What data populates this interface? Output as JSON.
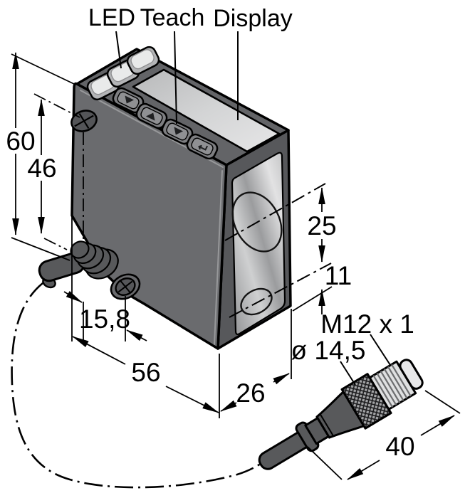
{
  "drawing": {
    "labels": {
      "led": "LED",
      "teach": "Teach",
      "display": "Display"
    },
    "dims": {
      "total_height": "60",
      "mount_hole_spacing": "46",
      "mount_hole_offset": "15,8",
      "housing_length": "56",
      "housing_depth": "26",
      "lens_center_spacing": "25",
      "lens_bottom_offset": "11",
      "connector_length": "40"
    },
    "connector": {
      "thread_label": "M12 x 1",
      "diameter_label": "ø 14,5"
    },
    "colors": {
      "outline": "#000000",
      "housing_front": "#6a6b6e",
      "housing_top": "#636467",
      "housing_side": "#57585b",
      "window_light": "#dcdddd",
      "background": "#ffffff"
    }
  }
}
